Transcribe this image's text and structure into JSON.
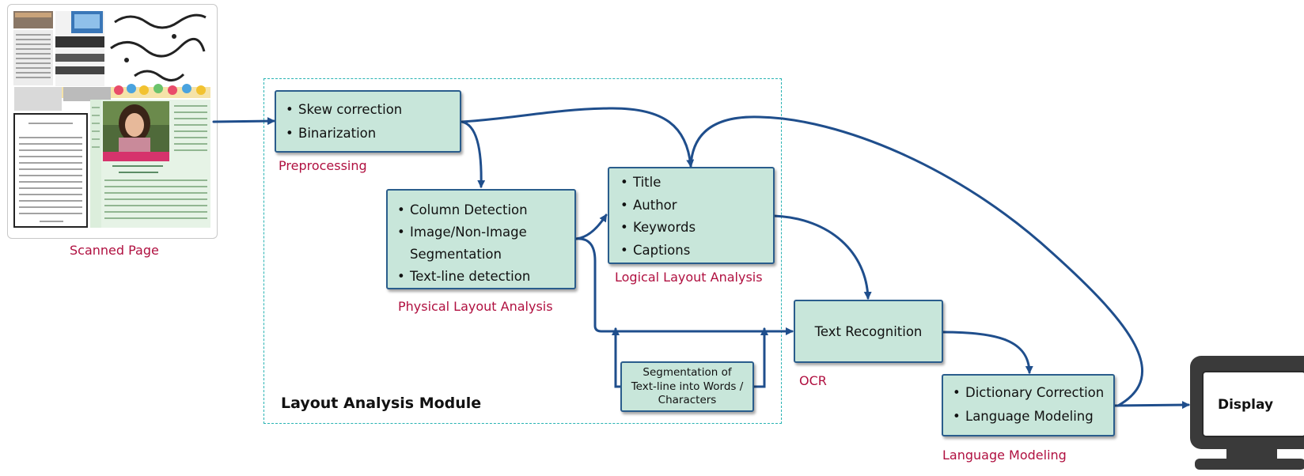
{
  "scanned_page": {
    "caption": "Scanned Page"
  },
  "preprocessing": {
    "items": [
      "Skew  correction",
      "Binarization"
    ],
    "caption": "Preprocessing"
  },
  "physical_layout": {
    "items": [
      "Column Detection",
      "Image/Non-Image",
      "Segmentation",
      "Text-line detection"
    ],
    "caption": "Physical Layout Analysis"
  },
  "logical_layout": {
    "items": [
      "Title",
      "Author",
      "Keywords",
      "Captions"
    ],
    "caption": "Logical Layout Analysis"
  },
  "segmentation": {
    "lines": [
      "Segmentation of",
      "Text-line into Words /",
      "Characters"
    ]
  },
  "text_recognition": {
    "label": "Text Recognition",
    "caption": "OCR"
  },
  "language_modeling": {
    "items": [
      "Dictionary Correction",
      "Language Modeling"
    ],
    "caption": "Language Modeling"
  },
  "module": {
    "title": "Layout Analysis Module"
  },
  "display": {
    "label": "Display"
  },
  "colors": {
    "box_fill": "#c8e6da",
    "box_border": "#2a5d8c",
    "arrow": "#1f4e8c",
    "caption": "#b01040",
    "module_border": "#28b3b3"
  }
}
